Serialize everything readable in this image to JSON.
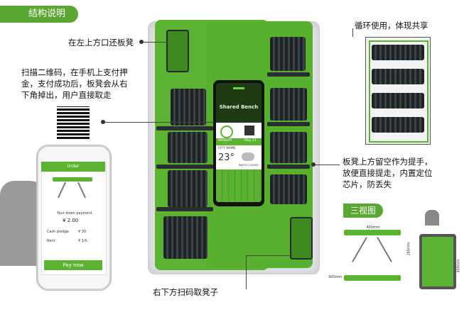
{
  "header": {
    "title": "结构说明"
  },
  "notes": {
    "return_top": "在左上方口还板凳",
    "scan_pay_line1": "扫描二维码，在手机上支付押",
    "scan_pay_line2": "金，支付成功后，板凳会从右",
    "scan_pay_line3": "下角掉出，用户直接取走",
    "recycle": "循环使用，体现共享",
    "handle_line1": "板凳上方留空作为提手，",
    "handle_line2": "放便直接提走，内置定位",
    "handle_line3": "芯片，防丢失",
    "take_bottom": "右下方扫码取凳子"
  },
  "three_view": {
    "label": "三视图",
    "width_dim": "400mm",
    "height_dim": "280mm",
    "base_dim": "300mm",
    "side_dim": "400mm"
  },
  "screen": {
    "brand": "Shared Bench",
    "day": "MONDAY",
    "date": "May 23",
    "city": "CITY NAME",
    "temp": "23°",
    "cond": "PARTLY CLOUDY"
  },
  "phone": {
    "header": "Order",
    "down_payment_label": "Your down payment",
    "down_payment_value": "¥ 2.00",
    "cash_pledge_label": "Cash pledge",
    "cash_pledge_value": "¥ 30",
    "rent_label": "Rent",
    "rent_value": "¥ 1/h",
    "pay_button": "Pay now"
  },
  "colors": {
    "brand_green": "#5cb331",
    "dark": "#2a2e31"
  }
}
